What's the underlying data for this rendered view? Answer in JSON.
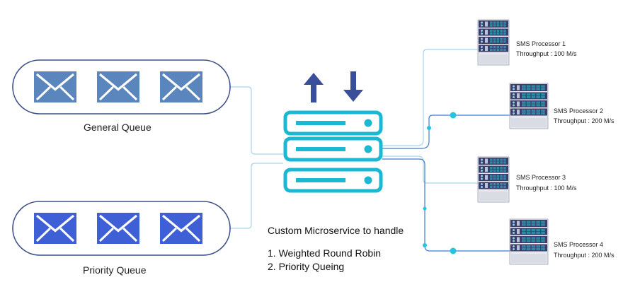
{
  "queues": [
    {
      "id": "general",
      "label": "General Queue",
      "color": "#5b86bd"
    },
    {
      "id": "priority",
      "label": "Priority Queue",
      "color": "#3f5fd6"
    }
  ],
  "microservice": {
    "title": "Custom Microservice to handle",
    "items": [
      "1. Weighted Round Robin",
      "2. Priority Queing"
    ],
    "arrow_color": "#3a4f9a",
    "server_color": "#1bb8d4"
  },
  "processors": [
    {
      "name": "SMS Processor 1",
      "throughput": "Throughput : 100 M/s"
    },
    {
      "name": "SMS Processor 2",
      "throughput": "Throughput : 200 M/s"
    },
    {
      "name": "SMS Processor 3",
      "throughput": "Throughput : 100 M/s"
    },
    {
      "name": "SMS Processor 4",
      "throughput": "Throughput : 200 M/s"
    }
  ],
  "colors": {
    "connector_light": "#a8d2ec",
    "connector_dark": "#3f7bd9",
    "server_frame": "#3e3c6a",
    "server_module": "#2c8aa4",
    "node": "#25c3de"
  },
  "icons": {
    "envelope": "envelope-icon",
    "server": "server-rack-icon",
    "up": "arrow-up-icon",
    "down": "arrow-down-icon"
  }
}
